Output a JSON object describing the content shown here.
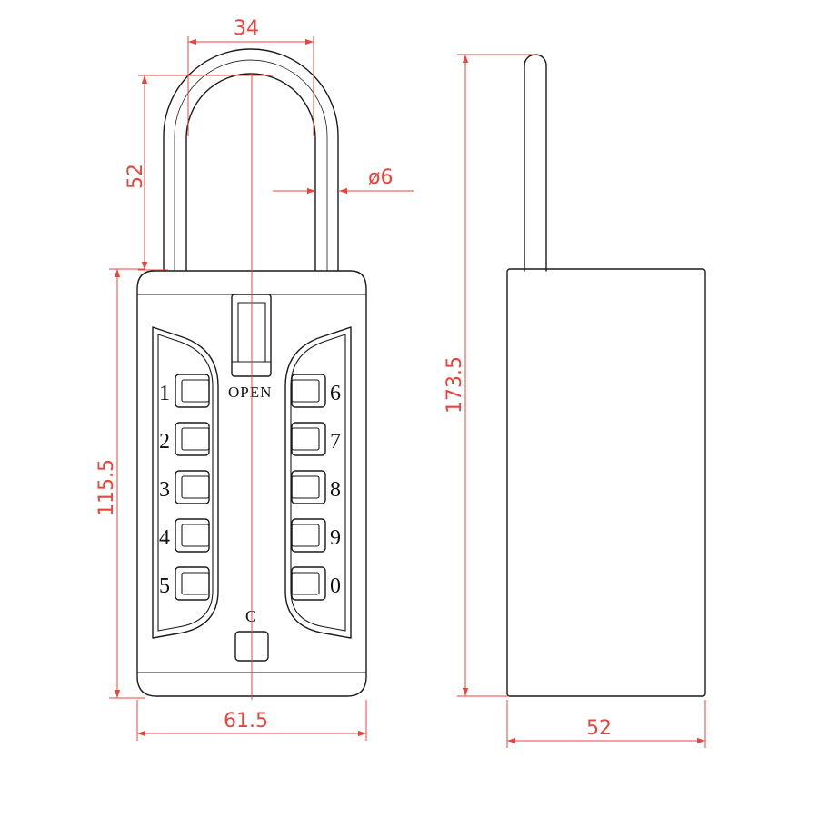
{
  "colors": {
    "outline": "#1a1a1a",
    "dimension": "#e8453c",
    "background": "#ffffff"
  },
  "dimensions": {
    "shackle_width": "34",
    "shackle_height": "52",
    "shackle_diameter": "ø6",
    "body_height": "115.5",
    "body_width": "61.5",
    "total_height": "173.5",
    "depth": "52"
  },
  "labels": {
    "open": "OPEN",
    "clear": "C"
  },
  "keys": {
    "left": [
      "1",
      "2",
      "3",
      "4",
      "5"
    ],
    "right": [
      "6",
      "7",
      "8",
      "9",
      "0"
    ]
  }
}
